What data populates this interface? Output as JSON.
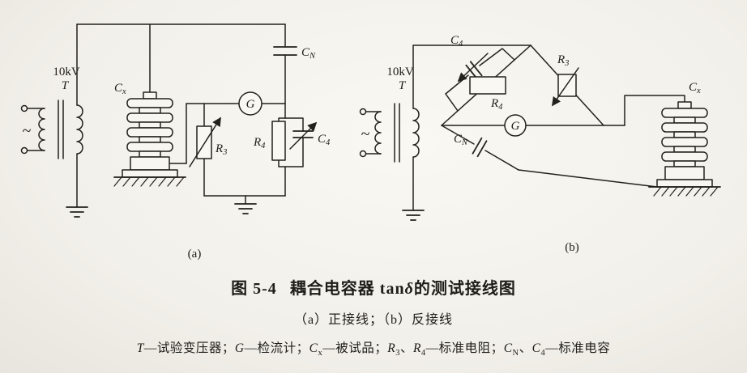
{
  "page": {
    "background": "#f2f0ea",
    "ink": "#23211c",
    "paper_tone": "#faf8f3"
  },
  "components": {
    "voltage": "10kV",
    "transformer": "T",
    "ac": "~",
    "g": "G",
    "cx": {
      "base": "C",
      "sub": "x"
    },
    "cn": {
      "base": "C",
      "sub": "N"
    },
    "c4": {
      "base": "C",
      "sub": "4"
    },
    "r3": {
      "base": "R",
      "sub": "3"
    },
    "r4": {
      "base": "R",
      "sub": "4"
    }
  },
  "sublabels": {
    "a": "(a)",
    "b": "(b)"
  },
  "caption": {
    "fig": "图 5-4",
    "title_pre": "耦合电容器 tan",
    "title_delta": "δ",
    "title_post": "的测试接线图"
  },
  "subcaption": "（a）正接线；（b）反接线",
  "legend": {
    "t": "T",
    "t_desc": "—试验变压器；",
    "g": "G",
    "g_desc": "—检流计；",
    "cx": "C",
    "cx_sub": "x",
    "cx_desc": "—被试品；",
    "r3": "R",
    "r3_sub": "3",
    "pause1": "、",
    "r4": "R",
    "r4_sub": "4",
    "r_desc": "—标准电阻；",
    "cn": "C",
    "cn_sub": "N",
    "pause2": "、",
    "c4": "C",
    "c4_sub": "4",
    "c_desc": "—标准电容"
  }
}
